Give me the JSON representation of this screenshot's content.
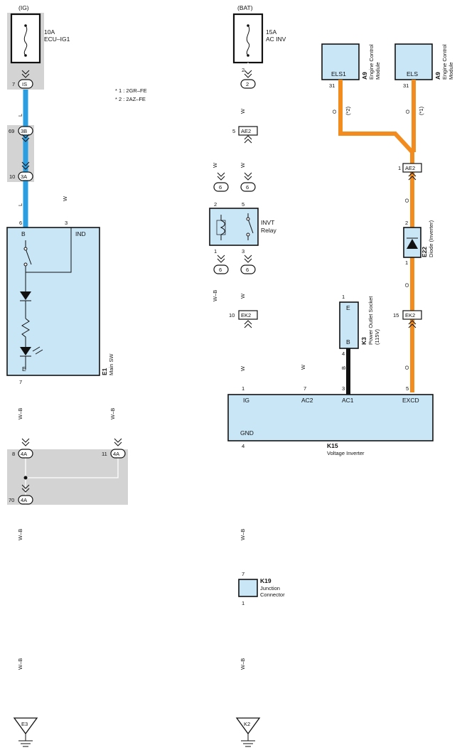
{
  "diagram": {
    "colors": {
      "blue_wire": "#2a9ee0",
      "orange_wire": "#f28c1e",
      "component_fill": "#c9e6f7",
      "shade": "#d3d3d3",
      "black_wire": "#111111"
    },
    "power": {
      "ig": {
        "source": "(IG)",
        "rating": "10A",
        "name": "ECU–IG1"
      },
      "bat": {
        "source": "(BAT)",
        "rating": "15A",
        "name": "AC INV"
      }
    },
    "notes": [
      "* 1 : 2GR–FE",
      "* 2 : 2AZ–FE"
    ],
    "components": {
      "e1": {
        "code": "E1",
        "name": "Main SW",
        "pin_b": "B",
        "pin_ind": "IND",
        "pin_e": "E"
      },
      "relay": {
        "name": "INVT",
        "name2": "Relay"
      },
      "k3": {
        "code": "K3",
        "name": "Power Outlet Socket",
        "name2": "(115V)",
        "pin_e": "E",
        "pin_b": "B"
      },
      "e22": {
        "code": "E22",
        "name": "Diode (Inverter)"
      },
      "k15": {
        "code": "K15",
        "name": "Voltage Inverter",
        "pin_ig": "IG",
        "pin_ac2": "AC2",
        "pin_ac1": "AC1",
        "pin_excd": "EXCD",
        "pin_gnd": "GND"
      },
      "k19": {
        "code": "K19",
        "name": "Junction",
        "name2": "Connector"
      },
      "ecm1": {
        "pin": "ELS1",
        "code": "A9",
        "name": "Engine Control",
        "name2": "Module"
      },
      "ecm2": {
        "pin": "ELS",
        "code": "A9",
        "name": "Engine Control",
        "name2": "Module"
      }
    },
    "connectors": {
      "is": "IS",
      "3b": "3B",
      "3a": "3A",
      "4a": "4A",
      "ae2": "AE2",
      "ek2": "EK2",
      "six": "6",
      "two": "2"
    },
    "pins": {
      "p1": "1",
      "p2": "2",
      "p3": "3",
      "p4": "4",
      "p5": "5",
      "p6": "6",
      "p7": "7",
      "p10": "10",
      "p11": "11",
      "p15": "15",
      "p31": "31",
      "p69": "69",
      "p70": "70",
      "p8": "8"
    },
    "wire_colors": {
      "l": "L",
      "w": "W",
      "wb": "W–B",
      "b": "B",
      "o": "O"
    },
    "variants": {
      "v1": "(*1)",
      "v2": "(*2)"
    },
    "grounds": {
      "e3": "E3",
      "k2": "K2"
    }
  }
}
